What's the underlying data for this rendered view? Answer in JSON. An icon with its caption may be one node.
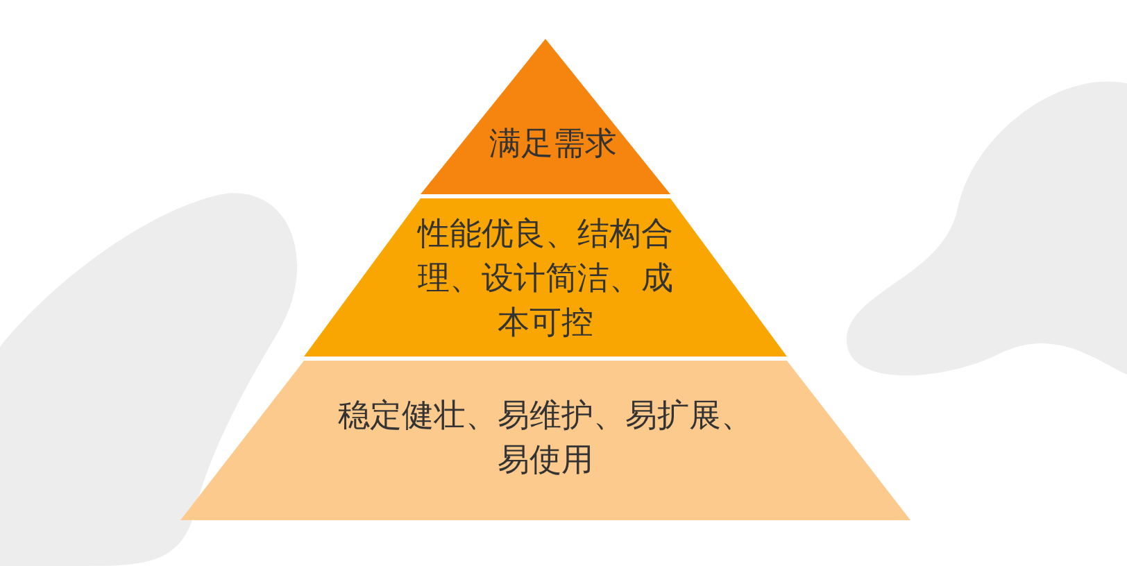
{
  "diagram": {
    "nodes": [
      {
        "text": [
          "满足需求"
        ]
      },
      {
        "text": [
          "性能优良、结构合理、设计简洁、成本可控"
        ]
      },
      {
        "text": [
          "稳定健壮、易维护、易扩展、易使用"
        ]
      }
    ]
  }
}
